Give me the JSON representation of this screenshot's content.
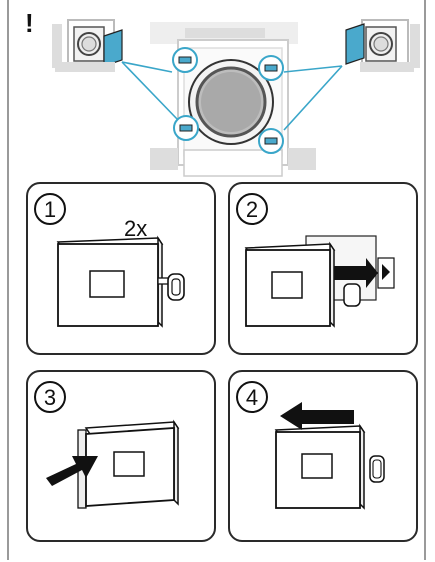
{
  "warning": {
    "symbol": "!"
  },
  "steps": [
    {
      "number": "1",
      "note": "2x"
    },
    {
      "number": "2"
    },
    {
      "number": "3"
    },
    {
      "number": "4"
    }
  ],
  "colors": {
    "callout": "#3aa6c9",
    "outline": "#1e1e1e",
    "gray": "#b9b9b9"
  }
}
